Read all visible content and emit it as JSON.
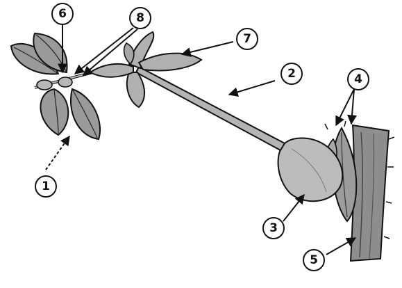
{
  "labels": {
    "l1": "1",
    "l2": "2",
    "l3": "3",
    "l4": "4",
    "l5": "5",
    "l6": "6",
    "l7": "7",
    "l8": "8"
  },
  "colors": {
    "ink": "#111111",
    "leaf": "#9a9a9a",
    "stalk": "#b4b4b4",
    "fruit": "#bcbcbc",
    "bark": "#8e8e8e"
  }
}
